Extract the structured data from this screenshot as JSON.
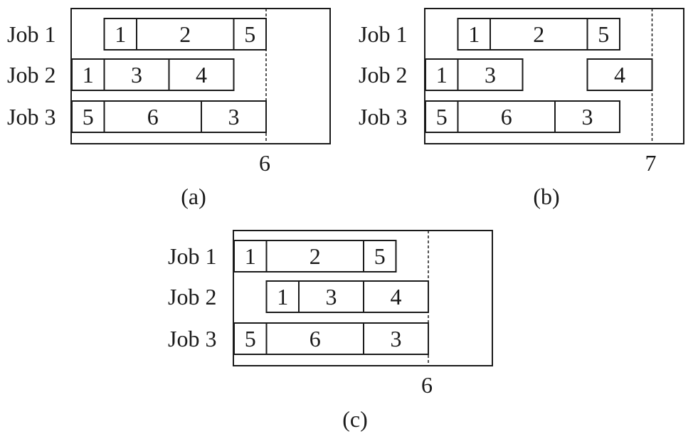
{
  "panels": [
    {
      "caption": "(a)",
      "makespan": 6,
      "makespan_label": "6",
      "jobs": [
        {
          "label": "Job 1",
          "ops": [
            {
              "text": "1",
              "start": 1,
              "end": 2
            },
            {
              "text": "2",
              "start": 2,
              "end": 5
            },
            {
              "text": "5",
              "start": 5,
              "end": 6
            }
          ]
        },
        {
          "label": "Job 2",
          "ops": [
            {
              "text": "1",
              "start": 0,
              "end": 1
            },
            {
              "text": "3",
              "start": 1,
              "end": 3
            },
            {
              "text": "4",
              "start": 3,
              "end": 5
            }
          ]
        },
        {
          "label": "Job 3",
          "ops": [
            {
              "text": "5",
              "start": 0,
              "end": 1
            },
            {
              "text": "6",
              "start": 1,
              "end": 4
            },
            {
              "text": "3",
              "start": 4,
              "end": 6
            }
          ]
        }
      ]
    },
    {
      "caption": "(b)",
      "makespan": 7,
      "makespan_label": "7",
      "jobs": [
        {
          "label": "Job 1",
          "ops": [
            {
              "text": "1",
              "start": 1,
              "end": 2
            },
            {
              "text": "2",
              "start": 2,
              "end": 5
            },
            {
              "text": "5",
              "start": 5,
              "end": 6
            }
          ]
        },
        {
          "label": "Job 2",
          "ops": [
            {
              "text": "1",
              "start": 0,
              "end": 1
            },
            {
              "text": "3",
              "start": 1,
              "end": 3
            },
            {
              "text": "4",
              "start": 5,
              "end": 7
            }
          ]
        },
        {
          "label": "Job 3",
          "ops": [
            {
              "text": "5",
              "start": 0,
              "end": 1
            },
            {
              "text": "6",
              "start": 1,
              "end": 4
            },
            {
              "text": "3",
              "start": 4,
              "end": 6
            }
          ]
        }
      ]
    },
    {
      "caption": "(c)",
      "makespan": 6,
      "makespan_label": "6",
      "jobs": [
        {
          "label": "Job 1",
          "ops": [
            {
              "text": "1",
              "start": 0,
              "end": 1
            },
            {
              "text": "2",
              "start": 1,
              "end": 4
            },
            {
              "text": "5",
              "start": 4,
              "end": 5
            }
          ]
        },
        {
          "label": "Job 2",
          "ops": [
            {
              "text": "1",
              "start": 1,
              "end": 2
            },
            {
              "text": "3",
              "start": 2,
              "end": 4
            },
            {
              "text": "4",
              "start": 4,
              "end": 6
            }
          ]
        },
        {
          "label": "Job 3",
          "ops": [
            {
              "text": "5",
              "start": 0,
              "end": 1
            },
            {
              "text": "6",
              "start": 1,
              "end": 4
            },
            {
              "text": "3",
              "start": 4,
              "end": 6
            }
          ]
        }
      ]
    }
  ]
}
